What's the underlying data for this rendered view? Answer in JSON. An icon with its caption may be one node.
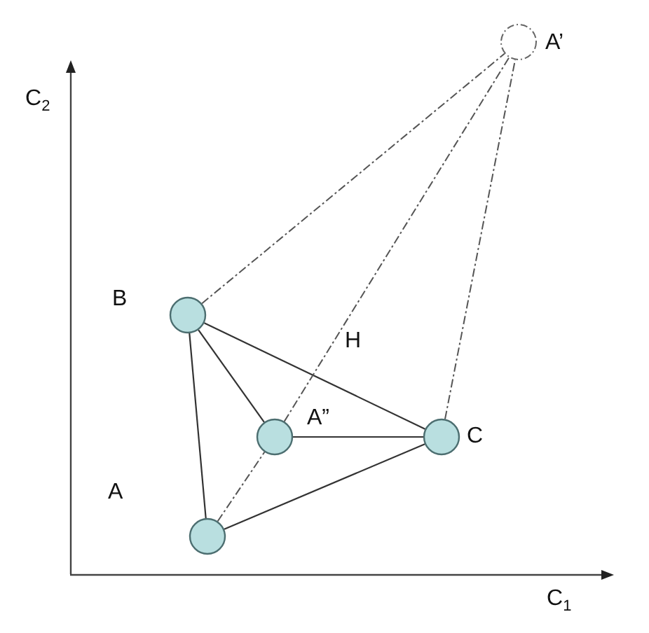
{
  "diagram": {
    "nodes": [
      {
        "text": [],
        "shape": "circle",
        "beside": [
          "A’"
        ]
      },
      {
        "text": [],
        "shape": "circle",
        "beside": [
          "B"
        ]
      },
      {
        "text": [],
        "shape": "circle",
        "beside": [
          "A”"
        ]
      },
      {
        "text": [],
        "shape": "circle",
        "beside": [
          "C"
        ]
      },
      {
        "text": [],
        "shape": "circle",
        "beside": [
          "A"
        ]
      }
    ],
    "edges": [
      {
        "from": 4,
        "to": 1,
        "arrow": "none"
      },
      {
        "from": 1,
        "to": 3,
        "arrow": "none"
      },
      {
        "from": 3,
        "to": 4,
        "arrow": "none"
      },
      {
        "from": 1,
        "to": 2,
        "arrow": "none"
      },
      {
        "from": 2,
        "to": 3,
        "arrow": "none"
      },
      {
        "from": 1,
        "to": 0,
        "arrow": "none",
        "style": "dashed"
      },
      {
        "from": 4,
        "to": 2,
        "arrow": "none",
        "style": "dashed"
      },
      {
        "from": 2,
        "to": 0,
        "arrow": "none",
        "style": "dashed"
      },
      {
        "from": 3,
        "to": 0,
        "arrow": "none",
        "style": "dashed"
      }
    ],
    "labels": [
      "C$_{2}$",
      "H",
      "C$_{1}$"
    ]
  }
}
